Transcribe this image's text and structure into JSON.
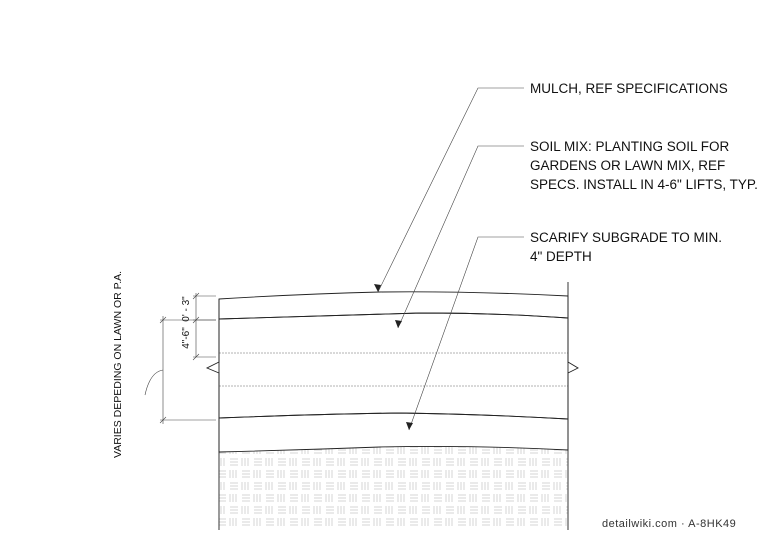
{
  "notes": [
    {
      "lines": [
        "MULCH, REF SPECIFICATIONS"
      ]
    },
    {
      "lines": [
        "SOIL MIX: PLANTING SOIL FOR",
        "GARDENS OR LAWN MIX, REF",
        "SPECS. INSTALL IN 4-6\" LIFTS, TYP."
      ]
    },
    {
      "lines": [
        "SCARIFY SUBGRADE TO MIN.",
        "4\" DEPTH"
      ]
    }
  ],
  "dimensions": {
    "mulch_depth": "0' - 3\"",
    "lift_depth": "4\"-6\""
  },
  "side_label": "VARIES DEPEDING ON LAWN OR P.A.",
  "credit": "detailwiki.com · A-8HK49",
  "colors": {
    "line": "#222222",
    "hatch": "#555555",
    "text": "#111111"
  }
}
